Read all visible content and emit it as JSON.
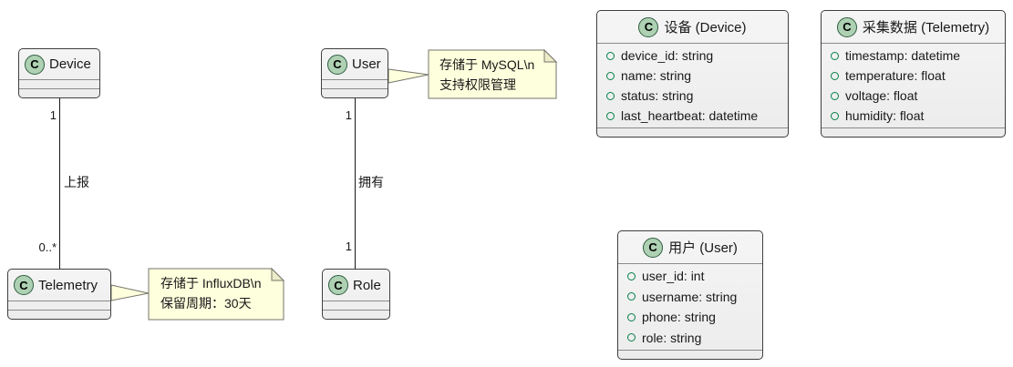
{
  "diagram": {
    "type": "uml-class-diagram",
    "icon_letter": "C",
    "classes": {
      "device": {
        "name": "Device"
      },
      "telemetry": {
        "name": "Telemetry"
      },
      "user": {
        "name": "User"
      },
      "role": {
        "name": "Role"
      },
      "device_detail": {
        "title": "设备 (Device)",
        "attributes": [
          "device_id: string",
          "name: string",
          "status: string",
          "last_heartbeat: datetime"
        ]
      },
      "telemetry_detail": {
        "title": "采集数据 (Telemetry)",
        "attributes": [
          "timestamp: datetime",
          "temperature: float",
          "voltage: float",
          "humidity: float"
        ]
      },
      "user_detail": {
        "title": "用户 (User)",
        "attributes": [
          "user_id: int",
          "username: string",
          "phone: string",
          "role: string"
        ]
      }
    },
    "relations": {
      "device_telemetry": {
        "source_multiplicity": "1",
        "label": "上报",
        "target_multiplicity": "0..*"
      },
      "user_role": {
        "source_multiplicity": "1",
        "label": "拥有",
        "target_multiplicity": "1"
      }
    },
    "notes": {
      "influxdb": {
        "line1": "存储于 InfluxDB\\n",
        "line2": "保留周期：30天"
      },
      "mysql": {
        "line1": "存储于 MySQL\\n",
        "line2": "支持权限管理"
      }
    },
    "colors": {
      "class_icon_fill": "#ADD1B2",
      "class_box_fill": "#F1F1F1",
      "class_border": "#3F3F3F",
      "field_bullet": "#038048",
      "note_fill": "#FEFFDD",
      "note_border": "#75756B",
      "line": "#181818",
      "background": "#FFFFFF"
    }
  }
}
